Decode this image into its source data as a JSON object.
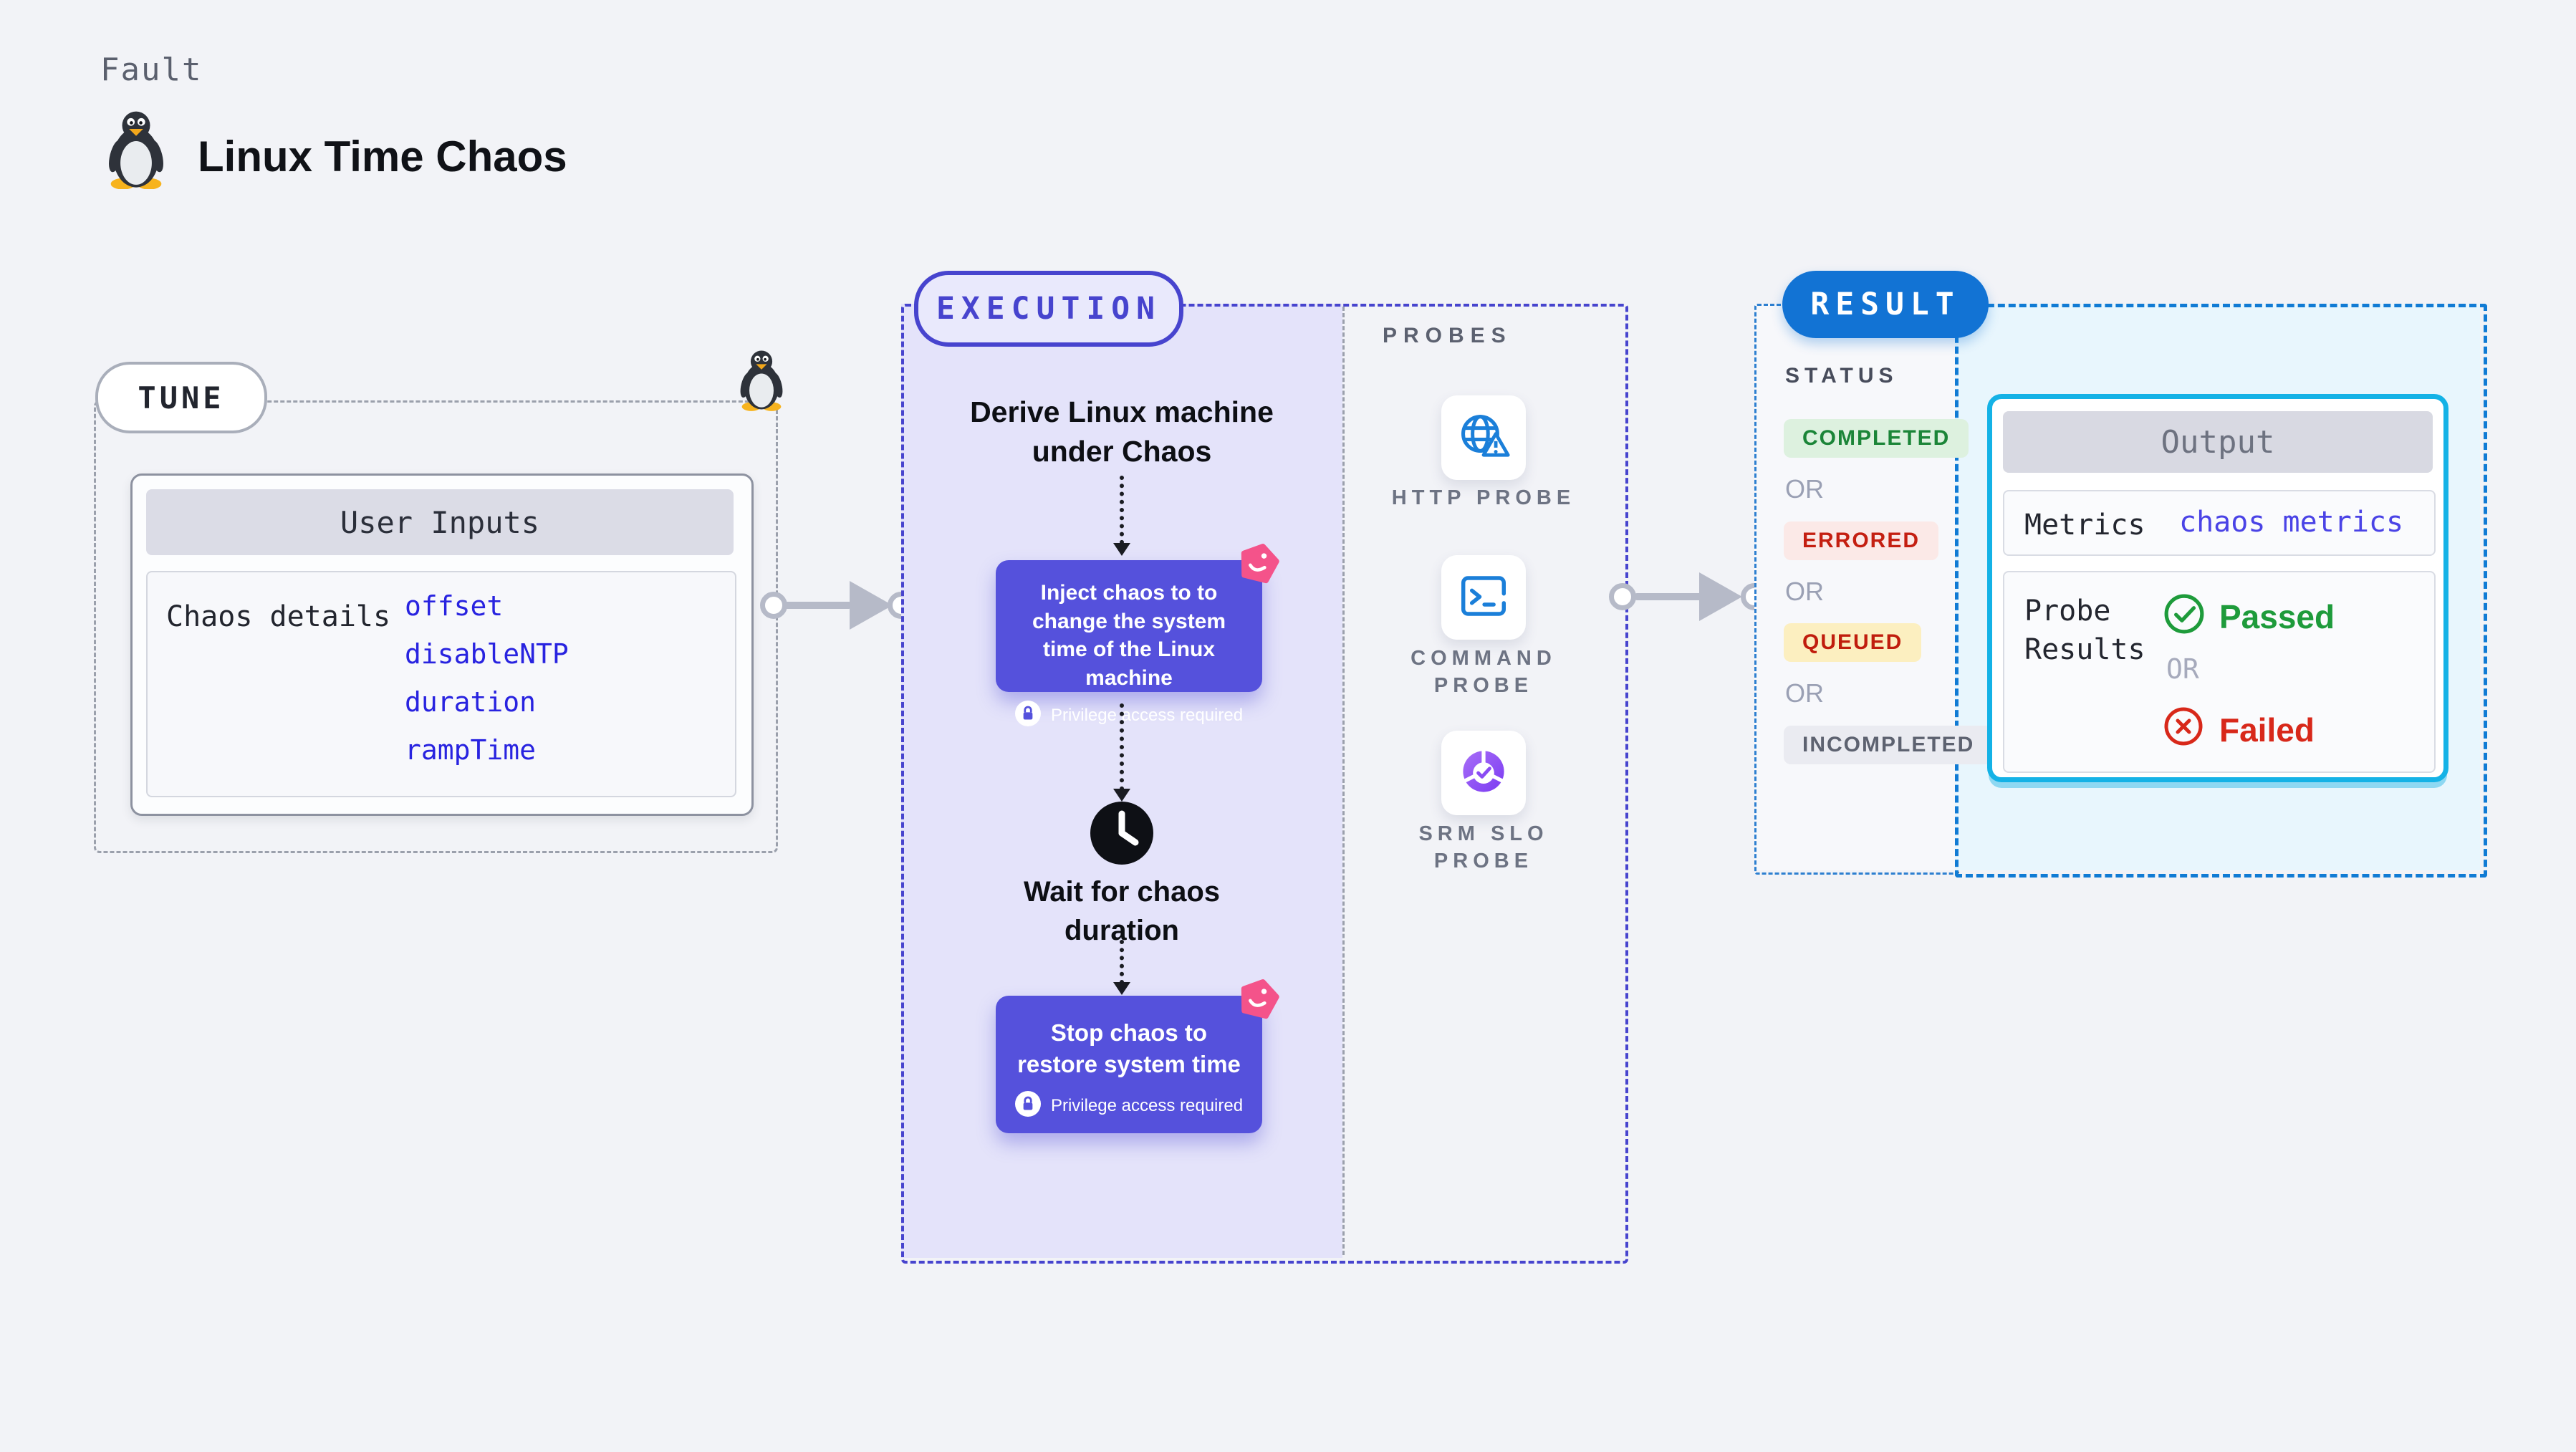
{
  "labels": {
    "or": "OR"
  },
  "header": {
    "eyebrow": "Fault",
    "title": "Linux Time Chaos"
  },
  "tune": {
    "pill": "TUNE",
    "card_title": "User Inputs",
    "row_label": "Chaos details",
    "values": [
      "offset",
      "disableNTP",
      "duration",
      "rampTime"
    ]
  },
  "execution": {
    "pill": "EXECUTION",
    "step_derive": "Derive Linux machine under Chaos",
    "step_inject": "Inject chaos to to change the system time of the Linux machine",
    "privilege_note": "Privilege access required",
    "step_wait": "Wait for chaos duration",
    "step_stop": "Stop chaos to restore system time"
  },
  "probes": {
    "section_label": "PROBES",
    "items": [
      {
        "label": "HTTP PROBE",
        "icon": "globe-alert-icon"
      },
      {
        "label": "COMMAND PROBE",
        "icon": "terminal-icon"
      },
      {
        "label": "SRM SLO PROBE",
        "icon": "slo-donut-check-icon"
      }
    ]
  },
  "result": {
    "pill": "RESULT",
    "status_label": "STATUS",
    "statuses": [
      {
        "label": "COMPLETED",
        "type": "completed"
      },
      {
        "label": "ERRORED",
        "type": "errored"
      },
      {
        "label": "QUEUED",
        "type": "queued"
      },
      {
        "label": "INCOMPLETED",
        "type": "incompleted"
      }
    ]
  },
  "output": {
    "title": "Output",
    "metrics_label": "Metrics",
    "metrics_value": "chaos metrics",
    "probe_results_label": "Probe Results",
    "passed_label": "Passed",
    "failed_label": "Failed"
  },
  "colors": {
    "page_bg": "#f2f3f7",
    "execution_accent": "#4744ce",
    "execution_fill": "#e4e3fa",
    "node_purple": "#5551dc",
    "chaos_pink": "#f4538a",
    "probe_blue": "#1b7fd9",
    "result_blue": "#1273d4",
    "result_fill": "#e8f6fd",
    "output_border": "#14b2e6",
    "passed_green": "#1e9b3b",
    "failed_red": "#d8281a",
    "completed_green": "#1b8538",
    "errored_red": "#c41f11",
    "link_indigo": "#2823e0"
  }
}
